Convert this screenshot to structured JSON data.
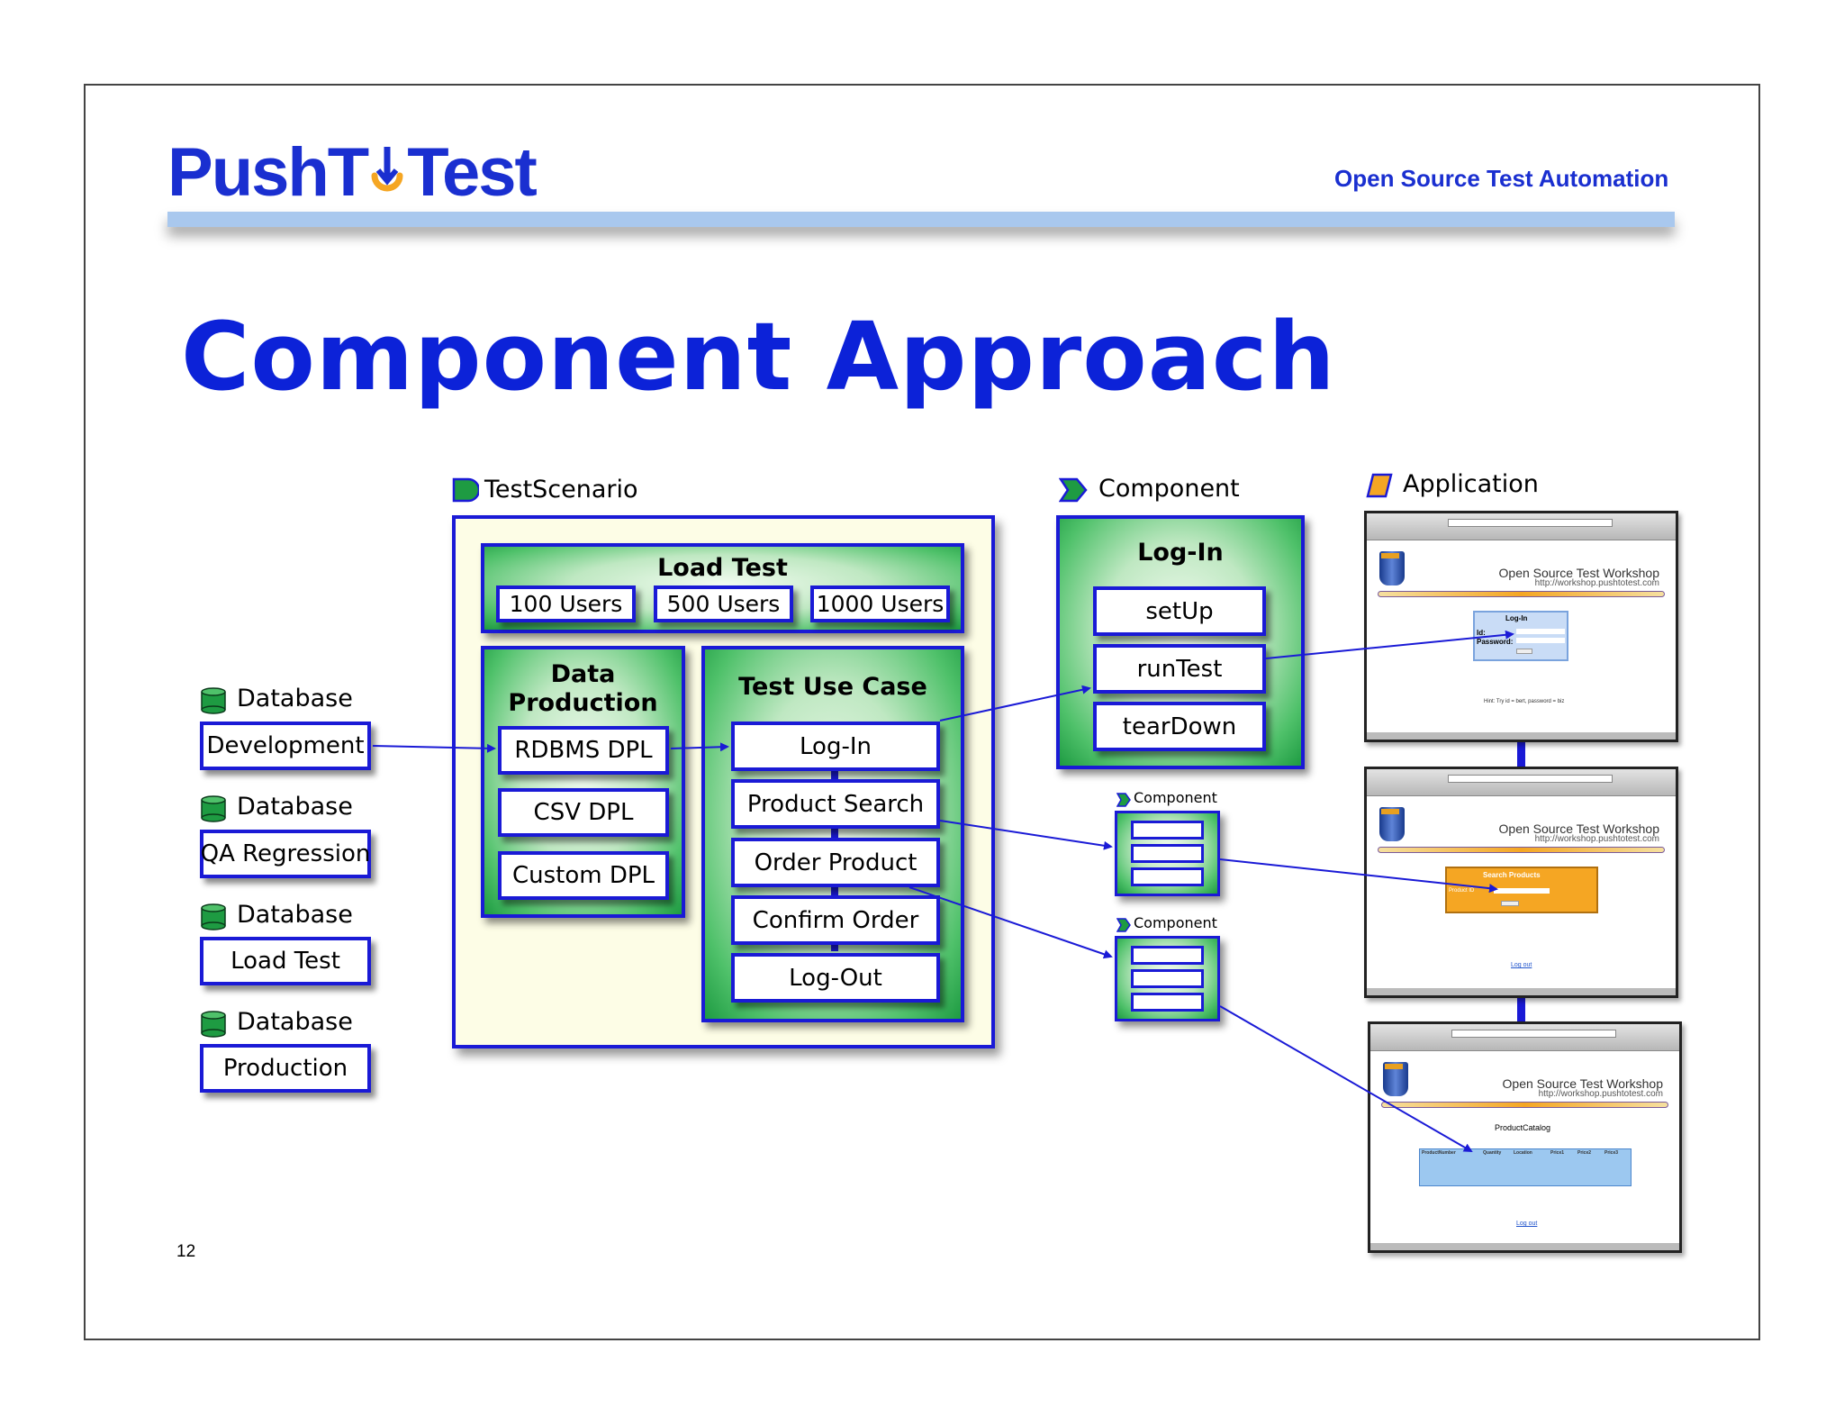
{
  "header": {
    "logo_text_left": "PushT",
    "logo_text_right": "Test",
    "tagline": "Open Source Test Automation"
  },
  "title": "Component Approach",
  "page_number": "12",
  "databases": [
    {
      "label": "Database",
      "name": "Development"
    },
    {
      "label": "Database",
      "name": "QA Regression"
    },
    {
      "label": "Database",
      "name": "Load Test"
    },
    {
      "label": "Database",
      "name": "Production"
    }
  ],
  "test_scenario": {
    "label": "TestScenario",
    "load_test": {
      "title": "Load Test",
      "users": [
        "100 Users",
        "500 Users",
        "1000 Users"
      ]
    },
    "data_production": {
      "title_line1": "Data",
      "title_line2": "Production",
      "items": [
        "RDBMS DPL",
        "CSV DPL",
        "Custom DPL"
      ]
    },
    "test_use_case": {
      "title": "Test Use Case",
      "steps": [
        "Log-In",
        "Product Search",
        "Order Product",
        "Confirm Order",
        "Log-Out"
      ]
    }
  },
  "component": {
    "label": "Component",
    "title": "Log-In",
    "methods": [
      "setUp",
      "runTest",
      "tearDown"
    ]
  },
  "small_components": [
    {
      "label": "Component"
    },
    {
      "label": "Component"
    }
  ],
  "application": {
    "label": "Application",
    "screens": [
      {
        "workshop_title": "Open Source Test Workshop",
        "workshop_url": "http://workshop.pushtotest.com",
        "panel_title": "Log-In",
        "field1": "Id:",
        "field2": "Password:",
        "hint": "Hint: Try id = bert, password = biz"
      },
      {
        "workshop_title": "Open Source Test Workshop",
        "workshop_url": "http://workshop.pushtotest.com",
        "panel_title": "Search Products",
        "field1": "Product ID",
        "link": "Log out"
      },
      {
        "workshop_title": "Open Source Test Workshop",
        "workshop_url": "http://workshop.pushtotest.com",
        "panel_title": "ProductCatalog",
        "columns": [
          "ProductNumber",
          "Quantity",
          "Location",
          "Price1",
          "Price2",
          "Price3"
        ],
        "link": "Log out"
      }
    ]
  },
  "colors": {
    "accent_blue": "#1a1ad6",
    "title_blue": "#0c22d8",
    "green": "#1e9b42",
    "orange": "#f5a623",
    "header_bar": "#a9c8ee"
  }
}
